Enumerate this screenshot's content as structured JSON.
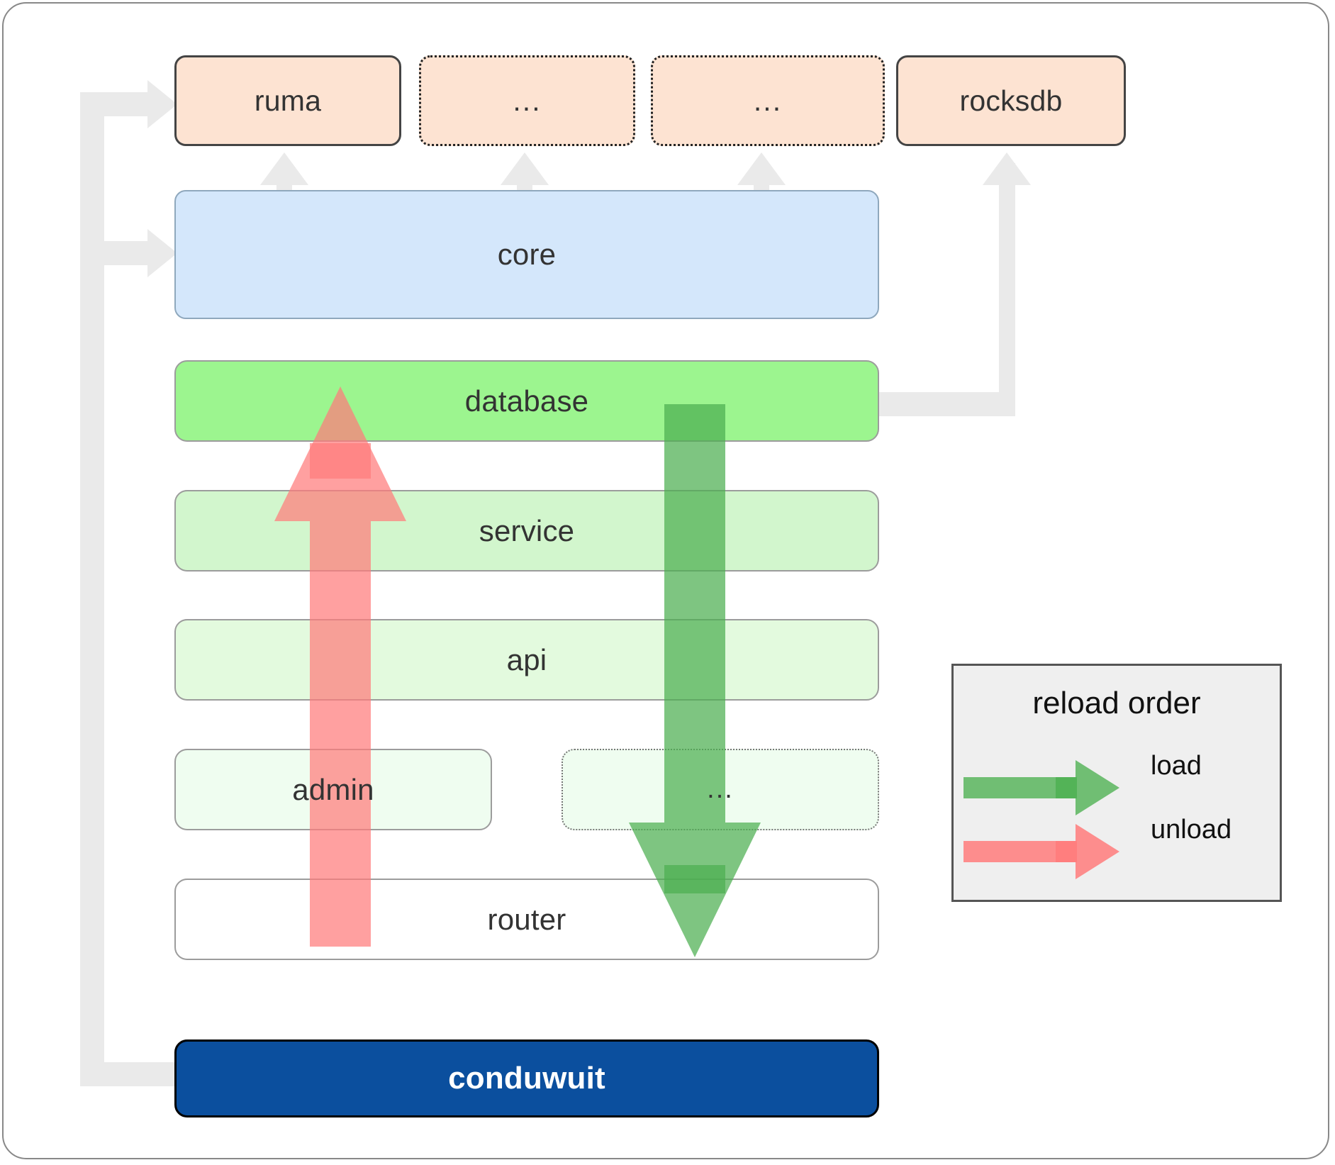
{
  "diagram": {
    "title": "conduwuit crate / reload order architecture",
    "dependencies": [
      {
        "name": "ruma",
        "label": "ruma",
        "style": "solid"
      },
      {
        "name": "dep-2",
        "label": "...",
        "style": "dotted"
      },
      {
        "name": "dep-3",
        "label": "...",
        "style": "dotted"
      },
      {
        "name": "rocksdb",
        "label": "rocksdb",
        "style": "solid"
      }
    ],
    "core": {
      "label": "core"
    },
    "layers": [
      {
        "name": "database",
        "label": "database",
        "style": "solid"
      },
      {
        "name": "service",
        "label": "service",
        "style": "solid"
      },
      {
        "name": "api",
        "label": "api",
        "style": "solid"
      },
      {
        "name": "admin",
        "label": "admin",
        "style": "solid"
      },
      {
        "name": "layer-dots",
        "label": "...",
        "style": "dotted"
      },
      {
        "name": "router",
        "label": "router",
        "style": "solid"
      }
    ],
    "root": {
      "label": "conduwuit"
    },
    "legend": {
      "title": "reload order",
      "entries": [
        {
          "name": "load",
          "label": "load",
          "color": "#4caf50"
        },
        {
          "name": "unload",
          "label": "unload",
          "color": "#ff7b7b"
        }
      ]
    },
    "colors": {
      "dependency_fill": "#fde3d2",
      "core_fill": "#d4e7fb",
      "database_fill": "#9cf58f",
      "service_fill": "#d2f6cd",
      "api_fill": "#e3fade",
      "admin_fill": "#effdf0",
      "router_fill": "#ffffff",
      "root_fill": "#0b4f9e",
      "load_arrow": "#4caf50",
      "unload_arrow": "#ff7b7b",
      "connector": "#eaeaea",
      "legend_fill": "#efefef"
    }
  }
}
